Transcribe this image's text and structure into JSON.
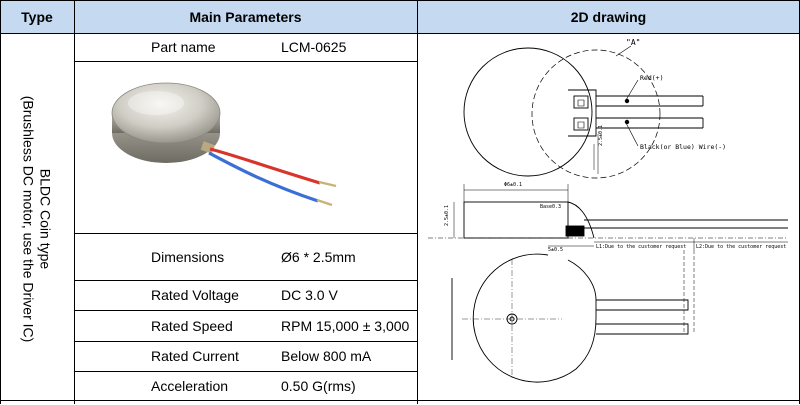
{
  "table": {
    "headers": {
      "type": "Type",
      "main_parameters": "Main Parameters",
      "drawing": "2D drawing"
    },
    "type_cell": {
      "line1": "BLDC Coin type",
      "line2": "(Brushless DC motor, use the Driver IC)"
    },
    "rows": [
      {
        "label": "Part name",
        "value": "LCM-0625"
      },
      {
        "label": "Dimensions",
        "value": "Ø6 * 2.5mm"
      },
      {
        "label": "Rated Voltage",
        "value": "DC 3.0 V"
      },
      {
        "label": "Rated Speed",
        "value": "RPM 15,000 ± 3,000"
      },
      {
        "label": "Rated Current",
        "value": "Below 800 mA"
      },
      {
        "label": "Acceleration",
        "value": "0.50 G(rms)"
      }
    ]
  },
  "drawing": {
    "detail_label": "\"A\"",
    "red_wire": "Red(+)",
    "black_wire": "Black(or Blue) Wire(-)",
    "dia_dim": "Φ6±0.1",
    "height_dim": "2.5±0.1",
    "side_dim": "2.5±0.1",
    "pad_label": "Base0.3",
    "gap_dim": "5±0.5",
    "l1_note": "L1:Due to the customer request",
    "l2_note": "L2:Due to the customer request"
  },
  "colors": {
    "header_bg": "#c5d9f1",
    "line": "#000000",
    "red_wire": "#d9342b",
    "blue_wire": "#3b6fd6"
  }
}
